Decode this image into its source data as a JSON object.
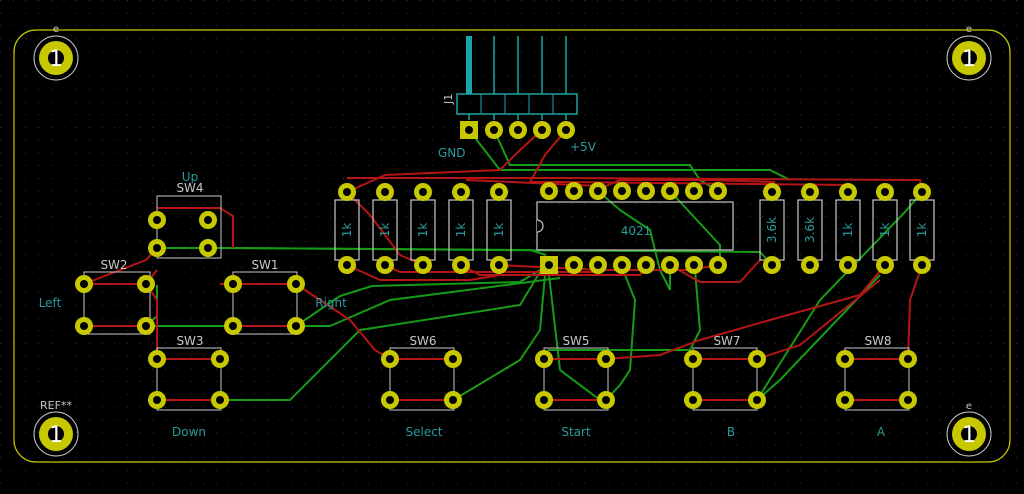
{
  "board": {
    "colors": {
      "background": "#000000",
      "grid": "#343434",
      "edge": "#c8c800",
      "pad": "#c8c800",
      "drill": "#000000",
      "front_copper": "#b51515",
      "back_copper": "#179a17",
      "silkscreen": "#c8c8c8",
      "fab_text": "#2b9a9a",
      "header": "#1aa6a6"
    },
    "connector": {
      "ref": "J1",
      "gnd_label": "GND",
      "vcc_label": "+5V"
    },
    "mounting_holes": [
      {
        "mark": "1",
        "label": "e"
      },
      {
        "mark": "1",
        "label": "e"
      },
      {
        "mark": "1",
        "label": "REF**"
      },
      {
        "mark": "1",
        "label": "e"
      }
    ],
    "ic": {
      "ref": "4021"
    },
    "resistors_left": [
      "1k",
      "1k",
      "1k",
      "1k",
      "1k"
    ],
    "resistors_right": [
      "3.6k",
      "3.6k",
      "1k",
      "1k",
      "1k"
    ],
    "switches": [
      {
        "ref": "SW4",
        "label": "Up"
      },
      {
        "ref": "SW2",
        "label": "Left"
      },
      {
        "ref": "SW1",
        "label": "Right"
      },
      {
        "ref": "SW3",
        "label": "Down"
      },
      {
        "ref": "SW6",
        "label": "Select"
      },
      {
        "ref": "SW5",
        "label": "Start"
      },
      {
        "ref": "SW7",
        "label": "B"
      },
      {
        "ref": "SW8",
        "label": "A"
      }
    ]
  }
}
